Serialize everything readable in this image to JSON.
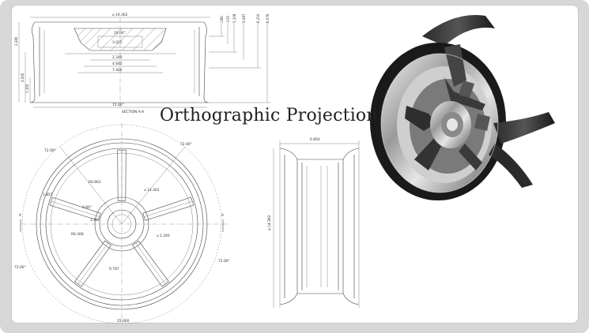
{
  "title": "Orthographic Projection",
  "section": {
    "label": "SECTION A-A",
    "dims_top": [
      "⌀ 14.362",
      "10.00°",
      "3.025",
      "2.240",
      "4.643",
      "7.400",
      "15.00°"
    ],
    "dims_right": [
      ".280",
      ".215",
      "1.108",
      "3.087",
      "6.210",
      "6.076"
    ],
    "dims_left": [
      "2.280",
      "4.000",
      "1.100"
    ]
  },
  "front": {
    "labels": [
      "72.00°",
      "72.00°",
      "R0.863",
      "⌀ 14.362",
      "0.60°",
      "3.10°",
      "1.857",
      "R6.308",
      "⌀ 2.240",
      "R.787",
      "72.00°",
      "72.00°"
    ],
    "section_marks": [
      "A",
      "A"
    ],
    "bottom_label": "25.000"
  },
  "side": {
    "width_label": "6.850",
    "height_label": "⌀ 14.362"
  },
  "colors": {
    "frame": "#d7d7d7",
    "line": "#444444",
    "tire": "#1a1a1a"
  },
  "render": {
    "icon": "cutaway-wheel-3d-render"
  }
}
